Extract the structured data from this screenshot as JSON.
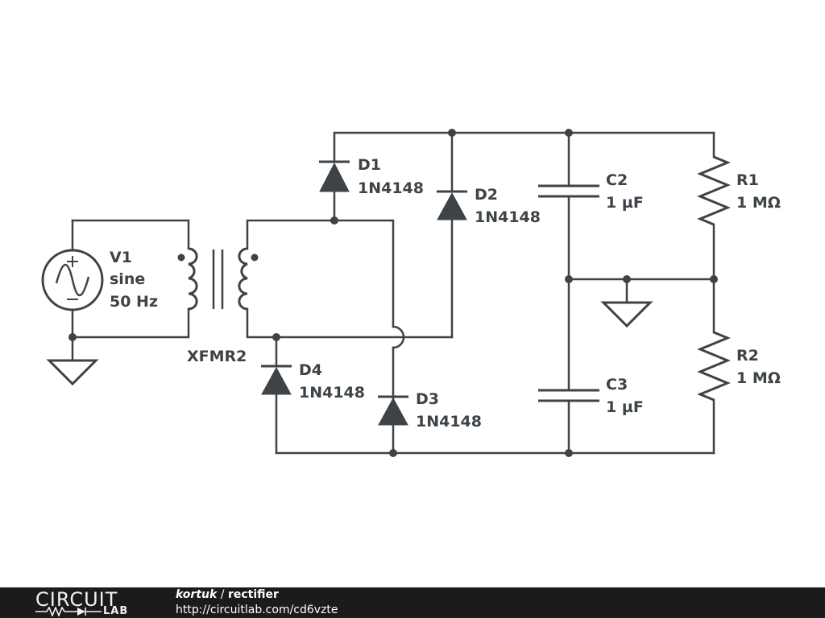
{
  "components": {
    "v1": {
      "ref": "V1",
      "type": "sine",
      "freq": "50 Hz"
    },
    "xfmr": {
      "ref": "XFMR2"
    },
    "d1": {
      "ref": "D1",
      "part": "1N4148"
    },
    "d2": {
      "ref": "D2",
      "part": "1N4148"
    },
    "d3": {
      "ref": "D3",
      "part": "1N4148"
    },
    "d4": {
      "ref": "D4",
      "part": "1N4148"
    },
    "c2": {
      "ref": "C2",
      "value": "1 µF"
    },
    "c3": {
      "ref": "C3",
      "value": "1 µF"
    },
    "r1": {
      "ref": "R1",
      "value": "1 MΩ"
    },
    "r2": {
      "ref": "R2",
      "value": "1 MΩ"
    }
  },
  "footer": {
    "logo_top": "CIRCUIT",
    "logo_bottom": "LAB",
    "user": "kortuk",
    "separator": " / ",
    "title": "rectifier",
    "url": "http://circuitlab.com/cd6vzte"
  },
  "colors": {
    "ink": "#3d4347",
    "footer_bg": "#1b1b1b"
  }
}
